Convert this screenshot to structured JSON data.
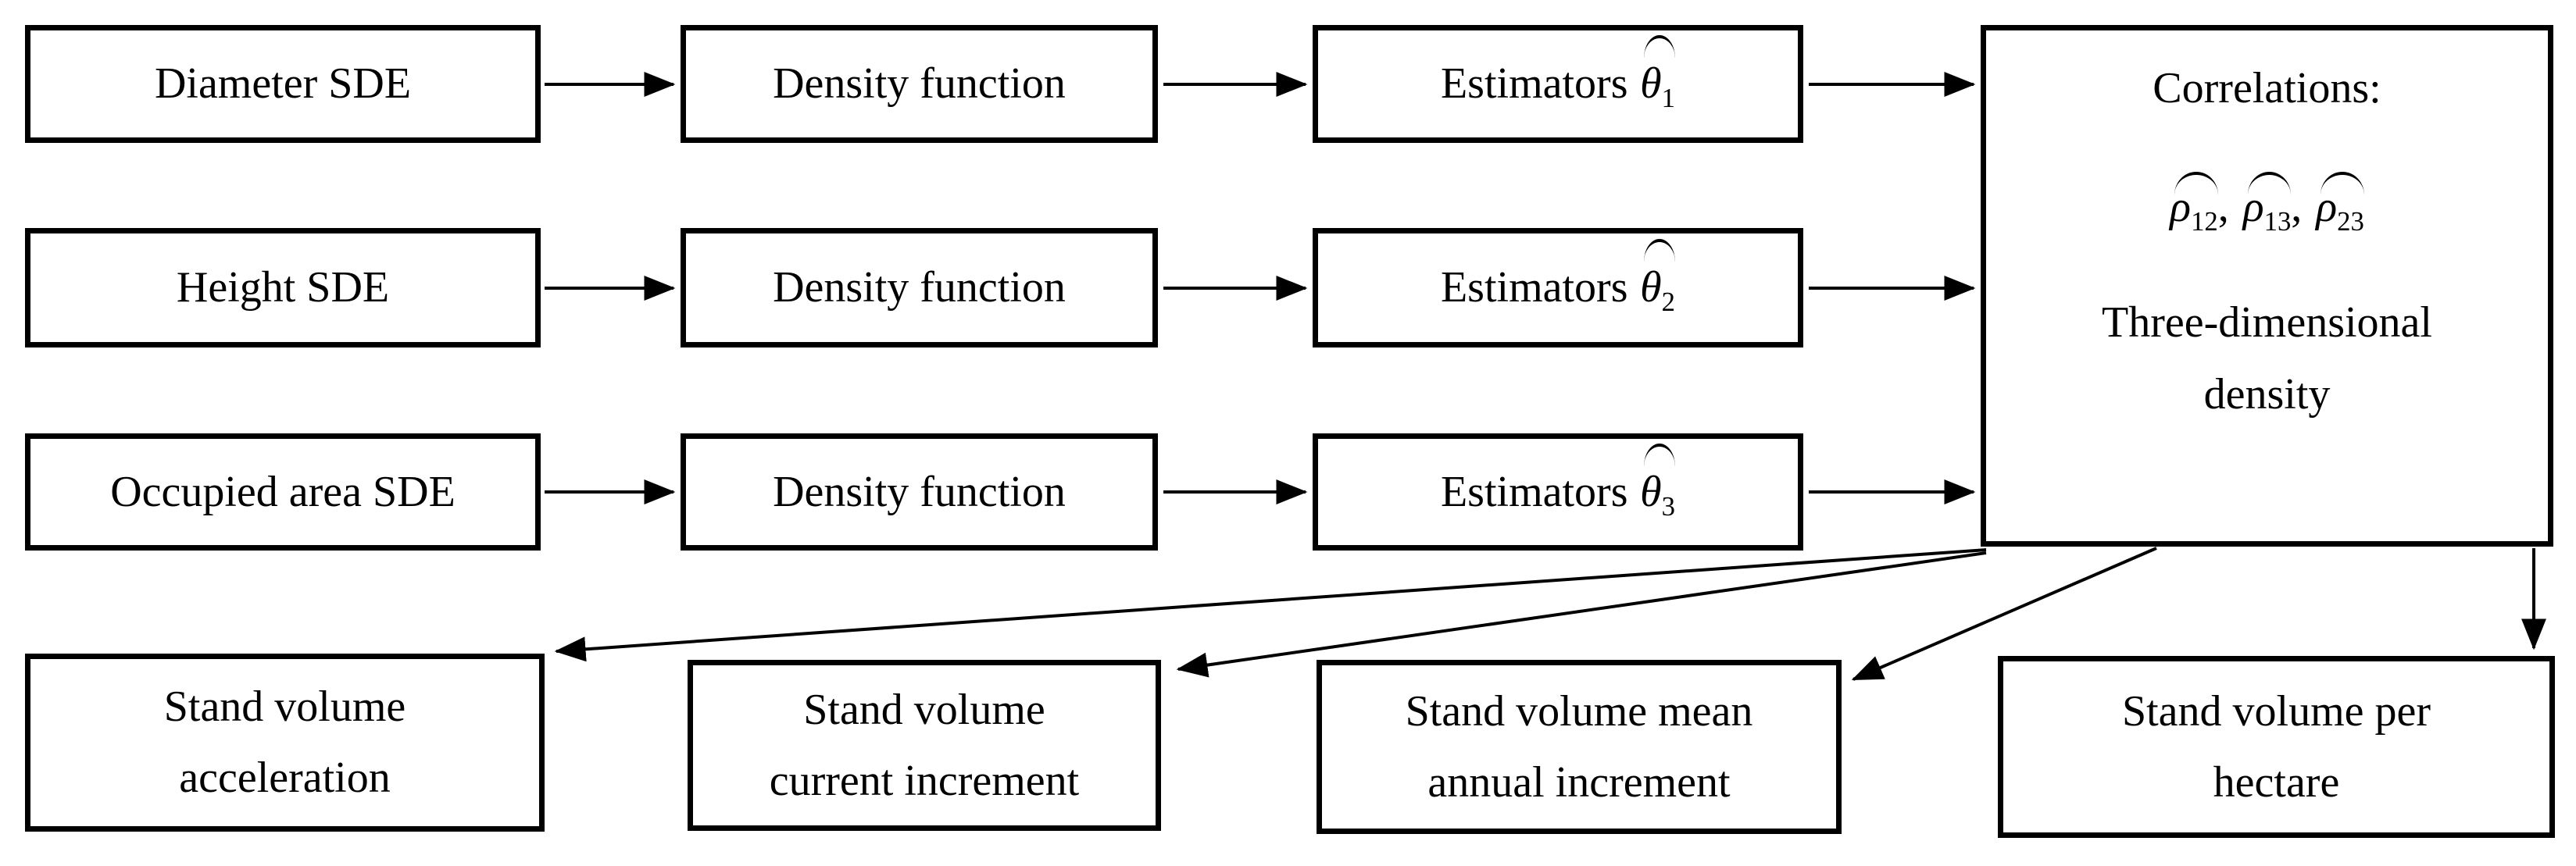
{
  "figure": {
    "background_color": "#ffffff",
    "line_color": "#000000"
  },
  "flow_rows": [
    {
      "source": "Diameter SDE",
      "density": "Density function",
      "estimator_prefix": "Estimators",
      "estimator_symbol": "θ",
      "estimator_sub": "1"
    },
    {
      "source": "Height SDE",
      "density": "Density function",
      "estimator_prefix": "Estimators",
      "estimator_symbol": "θ",
      "estimator_sub": "2"
    },
    {
      "source": "Occupied area SDE",
      "density": "Density function",
      "estimator_prefix": "Estimators",
      "estimator_symbol": "θ",
      "estimator_sub": "3"
    }
  ],
  "correlations_box": {
    "title": "Correlations:",
    "rhos": [
      {
        "symbol": "ρ",
        "sub": "12"
      },
      {
        "symbol": "ρ",
        "sub": "13"
      },
      {
        "symbol": "ρ",
        "sub": "23"
      }
    ],
    "separator": ",",
    "line2": "Three-dimensional",
    "line3": "density"
  },
  "outputs": [
    {
      "line1": "Stand volume",
      "line2": "acceleration"
    },
    {
      "line1": "Stand volume",
      "line2": "current increment"
    },
    {
      "line1": "Stand volume mean",
      "line2": "annual increment"
    },
    {
      "line1": "Stand volume per",
      "line2": "hectare"
    }
  ]
}
